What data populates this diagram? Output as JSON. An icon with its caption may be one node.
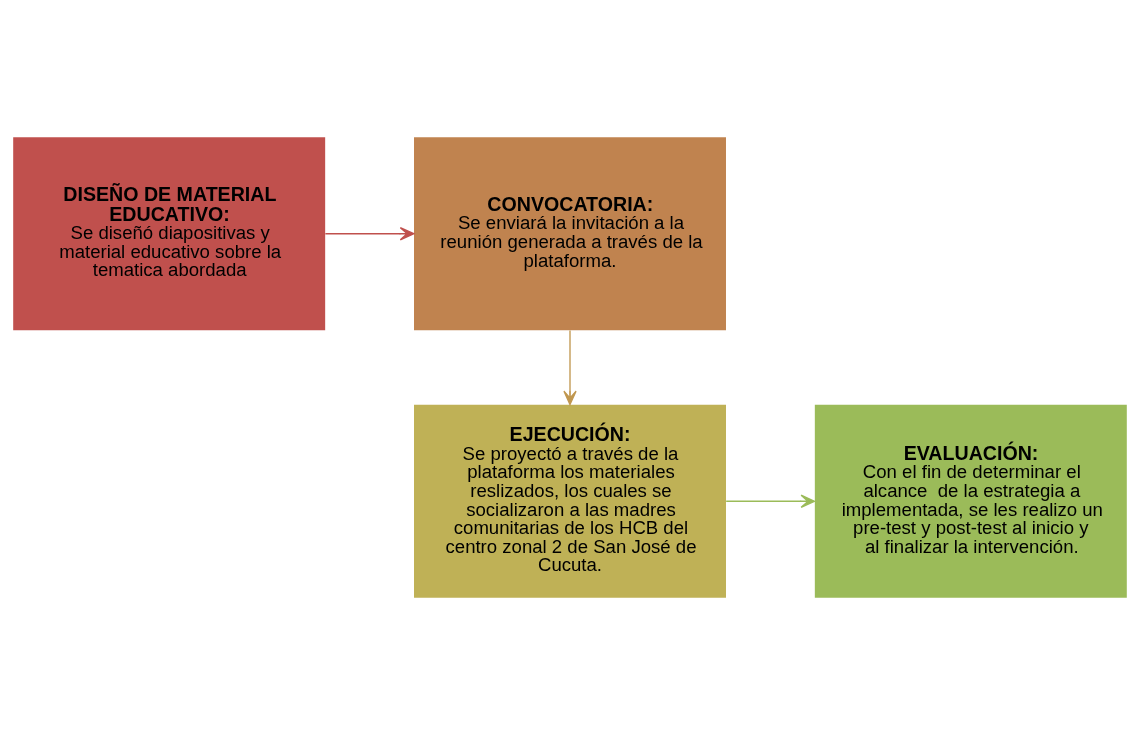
{
  "diagram": {
    "nodes": [
      {
        "text": [
          "DISEÑO DE MATERIAL EDUCATIVO:",
          "Se diseñó diapositivas y material educativo sobre la tematica abordada"
        ]
      },
      {
        "text": [
          "CONVOCATORIA:",
          "Se enviará la invitación a la reunión generada a través de la plataforma."
        ]
      },
      {
        "text": [
          "EJECUCIÓN:",
          "Se proyectó a través de la plataforma los materiales reslizados, los cuales se socializaron a las madres comunitarias de los HCB del centro zonal 2 de San José de Cucuta."
        ]
      },
      {
        "text": [
          "EVALUACIÓN:",
          "Con el fin de determinar el alcance  de la estrategia a implementada, se les realizo un pre-test y post-test al inicio y al finalizar la intervención."
        ]
      }
    ],
    "edges": [
      {
        "from": 0,
        "to": 1,
        "arrow": "to",
        "color": "#c0504d"
      },
      {
        "from": 1,
        "to": 2,
        "arrow": "to",
        "color": "#c0974f"
      },
      {
        "from": 2,
        "to": 3,
        "arrow": "to",
        "color": "#9bbb59"
      }
    ]
  }
}
